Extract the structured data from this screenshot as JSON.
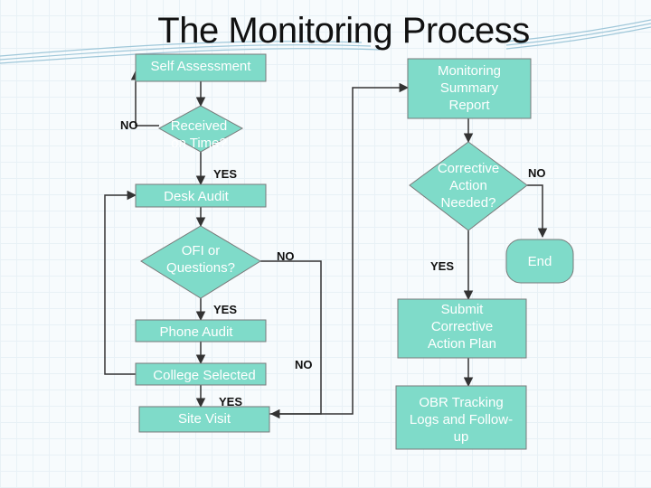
{
  "title": "The Monitoring Process",
  "colors": {
    "node_fill": "#7fdbc9",
    "node_stroke": "#7a7a7a",
    "text_on_node": "#ffffff",
    "line": "#333333",
    "background": "#f7fbfd"
  },
  "nodes": {
    "self_assessment": "Self Assessment",
    "received_on_time": "Received on Time?",
    "desk_audit": "Desk Audit",
    "ofi_or_questions": "OFI or Questions?",
    "phone_audit": "Phone Audit",
    "college_selected": "College Selected",
    "site_visit": "Site Visit",
    "monitoring_summary_report": "Monitoring Summary Report",
    "corrective_action_needed": "Corrective Action Needed?",
    "end": "End",
    "submit_corrective_action_plan": "Submit Corrective Action Plan",
    "obr_tracking": "OBR Tracking Logs and Follow-up"
  },
  "edge_labels": {
    "received_no": "NO",
    "received_yes": "YES",
    "ofi_no": "NO",
    "ofi_yes": "YES",
    "college_no": "NO",
    "college_yes": "YES",
    "corrective_no": "NO",
    "corrective_yes": "YES"
  }
}
